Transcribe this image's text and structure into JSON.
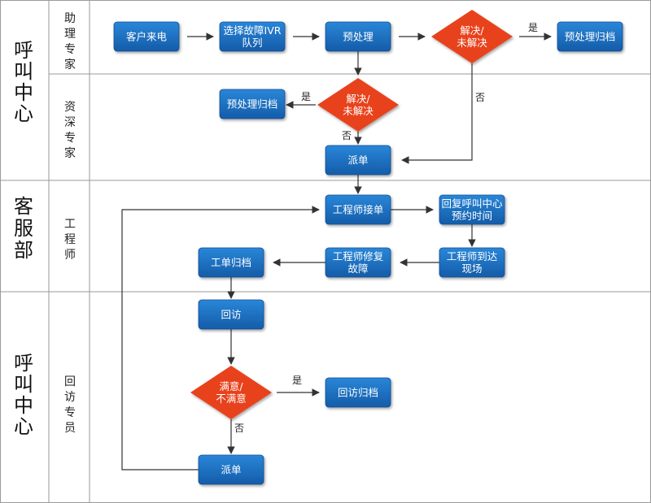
{
  "colors": {
    "process_fill": "#1f73c6",
    "process_fill_dark": "#0f4e97",
    "decision_fill": "#e8431c",
    "line": "#333333",
    "lane_border": "#9a9a9a"
  },
  "departments": [
    {
      "id": "dept1",
      "label": "呼叫中心"
    },
    {
      "id": "dept2",
      "label": "客服部"
    },
    {
      "id": "dept3",
      "label": "呼叫中心"
    }
  ],
  "roles": [
    {
      "id": "role1",
      "label": "助理专家"
    },
    {
      "id": "role2",
      "label": "资深专家"
    },
    {
      "id": "role3",
      "label": "工程师"
    },
    {
      "id": "role4",
      "label": "回访专员"
    }
  ],
  "nodes": [
    {
      "id": "n_call",
      "type": "process",
      "lines": [
        "客户来电"
      ]
    },
    {
      "id": "n_ivr",
      "type": "process",
      "lines": [
        "选择故障IVR",
        "队列"
      ]
    },
    {
      "id": "n_pre1",
      "type": "process",
      "lines": [
        "预处理"
      ]
    },
    {
      "id": "d1",
      "type": "decision",
      "lines": [
        "解决/",
        "未解决"
      ]
    },
    {
      "id": "n_arch1",
      "type": "process",
      "lines": [
        "预处理归档"
      ]
    },
    {
      "id": "d2",
      "type": "decision",
      "lines": [
        "解决/",
        "未解决"
      ]
    },
    {
      "id": "n_arch2",
      "type": "process",
      "lines": [
        "预处理归档"
      ]
    },
    {
      "id": "n_disp1",
      "type": "process",
      "lines": [
        "派单"
      ]
    },
    {
      "id": "n_accept",
      "type": "process",
      "lines": [
        "工程师接单"
      ]
    },
    {
      "id": "n_callback",
      "type": "process",
      "lines": [
        "回复呼叫中心",
        "预约时间"
      ]
    },
    {
      "id": "n_arrive",
      "type": "process",
      "lines": [
        "工程师到达",
        "现场"
      ]
    },
    {
      "id": "n_repair",
      "type": "process",
      "lines": [
        "工程师修复",
        "故障"
      ]
    },
    {
      "id": "n_order_arch",
      "type": "process",
      "lines": [
        "工单归档"
      ]
    },
    {
      "id": "n_visit",
      "type": "process",
      "lines": [
        "回访"
      ]
    },
    {
      "id": "d3",
      "type": "decision",
      "lines": [
        "满意/",
        "不满意"
      ]
    },
    {
      "id": "n_visit_arch",
      "type": "process",
      "lines": [
        "回访归档"
      ]
    },
    {
      "id": "n_disp2",
      "type": "process",
      "lines": [
        "派单"
      ]
    }
  ],
  "edges": [
    {
      "id": "e1",
      "from": "n_call",
      "to": "n_ivr",
      "label": ""
    },
    {
      "id": "e2",
      "from": "n_ivr",
      "to": "n_pre1",
      "label": ""
    },
    {
      "id": "e3",
      "from": "n_pre1",
      "to": "d1",
      "label": ""
    },
    {
      "id": "e4",
      "from": "d1",
      "to": "n_arch1",
      "label": "是"
    },
    {
      "id": "e5",
      "from": "n_pre1",
      "to": "d2",
      "label": ""
    },
    {
      "id": "e6",
      "from": "d1",
      "to": "n_disp1",
      "label": "否"
    },
    {
      "id": "e7",
      "from": "d2",
      "to": "n_arch2",
      "label": "是"
    },
    {
      "id": "e8",
      "from": "d2",
      "to": "n_disp1",
      "label": "否"
    },
    {
      "id": "e9",
      "from": "n_disp1",
      "to": "n_accept",
      "label": ""
    },
    {
      "id": "e10",
      "from": "n_accept",
      "to": "n_callback",
      "label": ""
    },
    {
      "id": "e11",
      "from": "n_callback",
      "to": "n_arrive",
      "label": ""
    },
    {
      "id": "e12",
      "from": "n_arrive",
      "to": "n_repair",
      "label": ""
    },
    {
      "id": "e13",
      "from": "n_repair",
      "to": "n_order_arch",
      "label": ""
    },
    {
      "id": "e14",
      "from": "n_order_arch",
      "to": "n_visit",
      "label": ""
    },
    {
      "id": "e15",
      "from": "n_visit",
      "to": "d3",
      "label": ""
    },
    {
      "id": "e16",
      "from": "d3",
      "to": "n_visit_arch",
      "label": "是"
    },
    {
      "id": "e17",
      "from": "d3",
      "to": "n_disp2",
      "label": "否"
    },
    {
      "id": "e18",
      "from": "n_disp2",
      "to": "n_accept",
      "label": ""
    }
  ]
}
